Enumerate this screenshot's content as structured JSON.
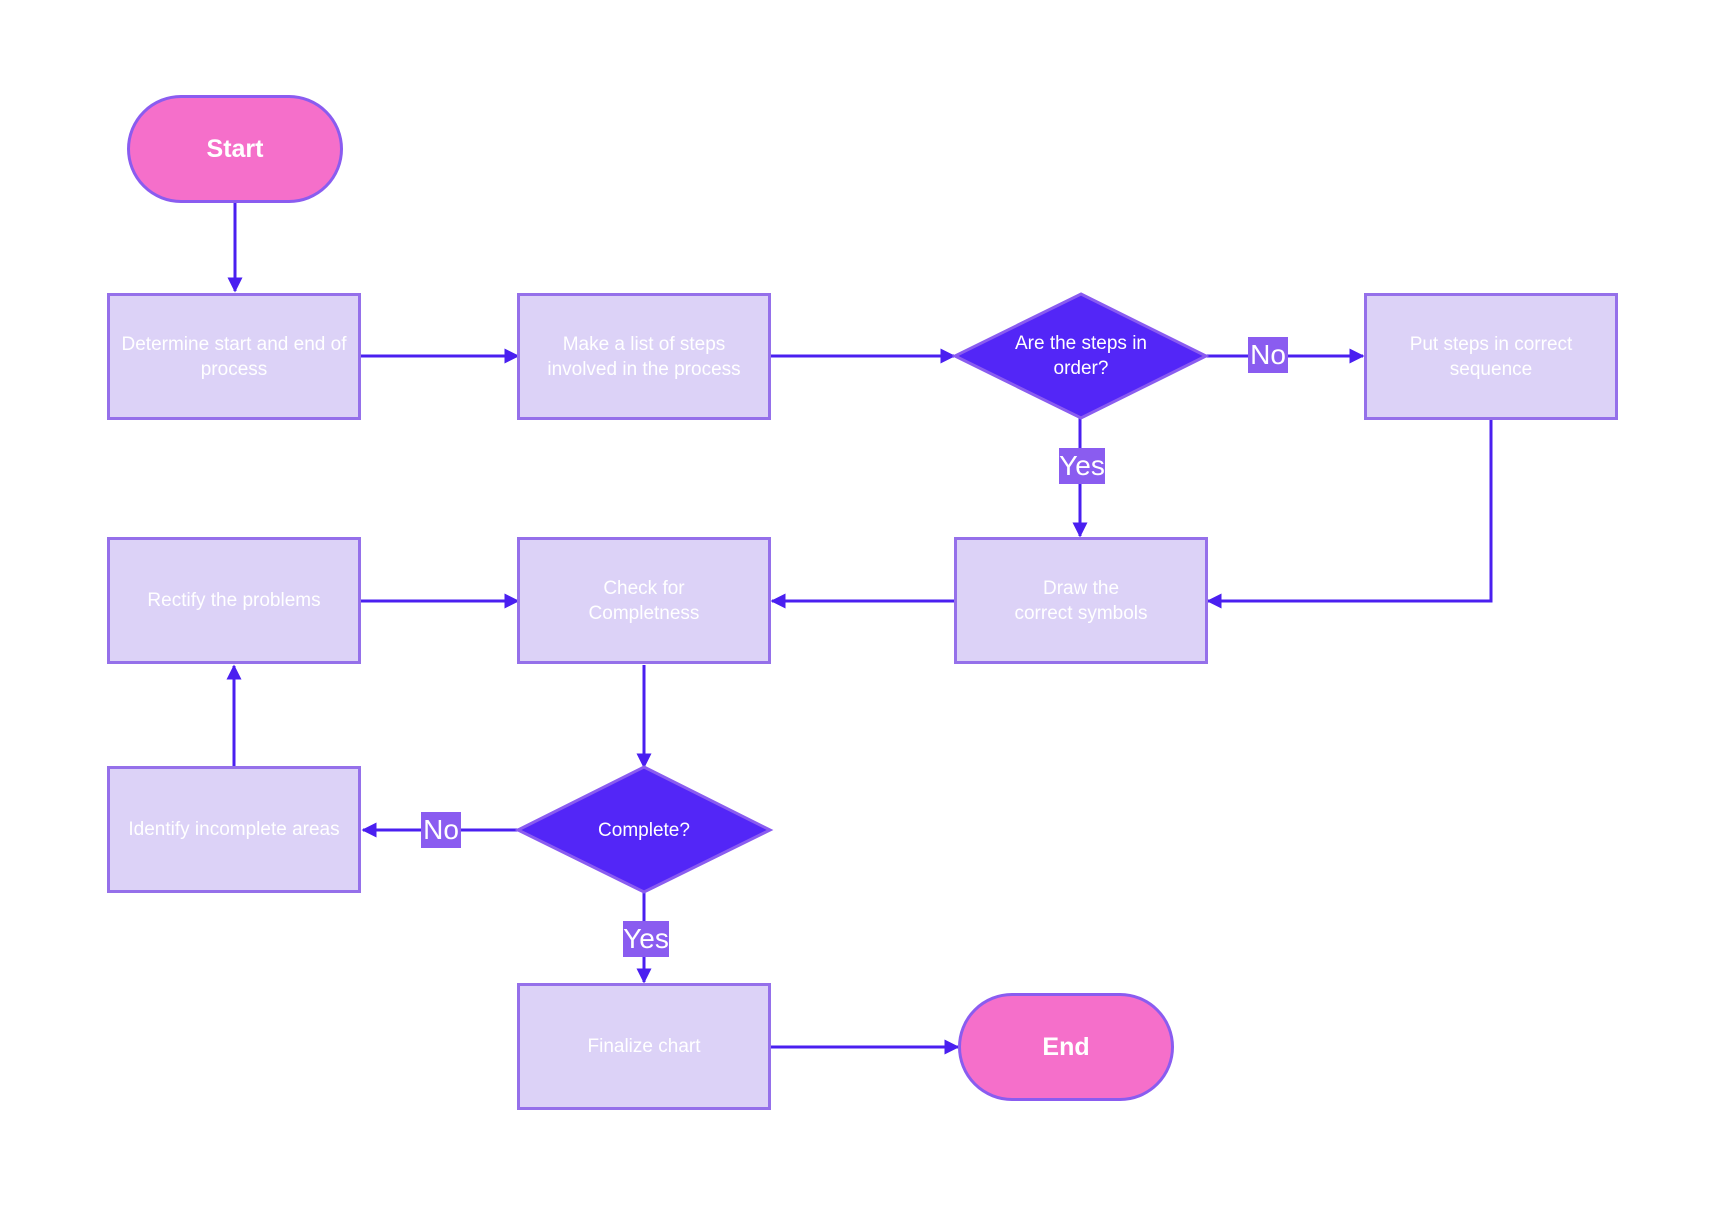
{
  "nodes": {
    "start": "Start",
    "determine": "Determine start and end of\nprocess",
    "make_list": "Make a list of steps\ninvolved in the process",
    "steps_in_order": "Are the steps in\norder?",
    "put_steps": "Put steps in correct\nsequence",
    "rectify": "Rectify the problems",
    "check": "Check for\nCompletness",
    "draw": "Draw the\ncorrect symbols",
    "identify": "Identify incomplete areas",
    "complete": "Complete?",
    "finalize": "Finalize chart",
    "end": "End"
  },
  "edge_labels": {
    "order_no": "No",
    "order_yes": "Yes",
    "complete_no": "No",
    "complete_yes": "Yes"
  },
  "colors": {
    "process_fill": "#dcd2f7",
    "process_border": "#9570ea",
    "terminal_fill": "#f56fca",
    "decision_fill": "#5326f7",
    "connector": "#4a1ff0",
    "label_bg": "#8a5cf0"
  }
}
